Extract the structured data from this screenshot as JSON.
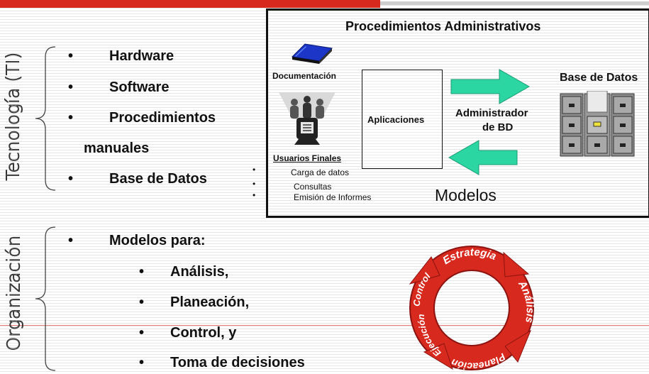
{
  "tecnologia": {
    "side_label": "Tecnología (TI)",
    "items": [
      "Hardware",
      "Software",
      "Procedimientos",
      "manuales",
      "Base de Datos"
    ]
  },
  "organizacion": {
    "side_label": "Organización",
    "intro": "Modelos para:",
    "items": [
      "Análisis,",
      "Planeación,",
      "Control, y",
      "Toma de decisiones"
    ]
  },
  "procedimientos": {
    "title": "Procedimientos Administrativos",
    "documentacion": "Documentación",
    "usuarios_finales": "Usuarios Finales",
    "uses": [
      "Carga de datos",
      "Consultas",
      "Emisión de Informes"
    ],
    "aplicaciones": "Aplicaciones",
    "administrador_line1": "Administrador",
    "administrador_line2": "de BD",
    "base_datos": "Base de Datos",
    "modelos": "Modelos"
  },
  "cycle": {
    "labels": [
      "Estrategia",
      "Análisis",
      "Planeación",
      "Ejecución",
      "Control"
    ],
    "color": "#d7291e"
  },
  "colors": {
    "accent_red": "#d7291e",
    "arrow_teal": "#2bd6a3"
  }
}
